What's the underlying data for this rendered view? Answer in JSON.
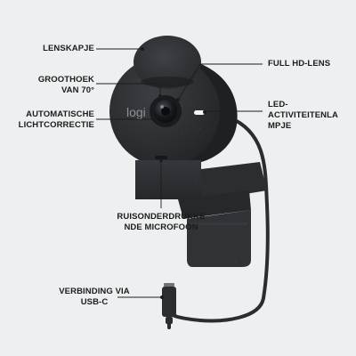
{
  "colors": {
    "background": "#eeeff0",
    "body": "#2e3033",
    "body_dark": "#232427",
    "lens_ring": "#3a3d41",
    "leader_line": "#1c1c1c",
    "led": "#f4f6f7"
  },
  "product": {
    "logo_text": "logi"
  },
  "callouts": {
    "lens_cap": {
      "lines": [
        "LENSKAPJE"
      ]
    },
    "wide_angle": {
      "lines": [
        "GROOTHOEK",
        "VAN 70°"
      ]
    },
    "auto_light": {
      "lines": [
        "AUTOMATISCHE",
        "LICHTCORRECTIE"
      ]
    },
    "full_hd": {
      "lines": [
        "FULL HD-LENS"
      ]
    },
    "led": {
      "lines": [
        "LED-",
        "ACTIVITEITENLA",
        "MPJE"
      ]
    },
    "noise_mic": {
      "lines": [
        "RUISONDERDRUKKE",
        "NDE MICROFOON"
      ]
    },
    "usb_c": {
      "lines": [
        "VERBINDING VIA",
        "USB-C"
      ]
    }
  }
}
